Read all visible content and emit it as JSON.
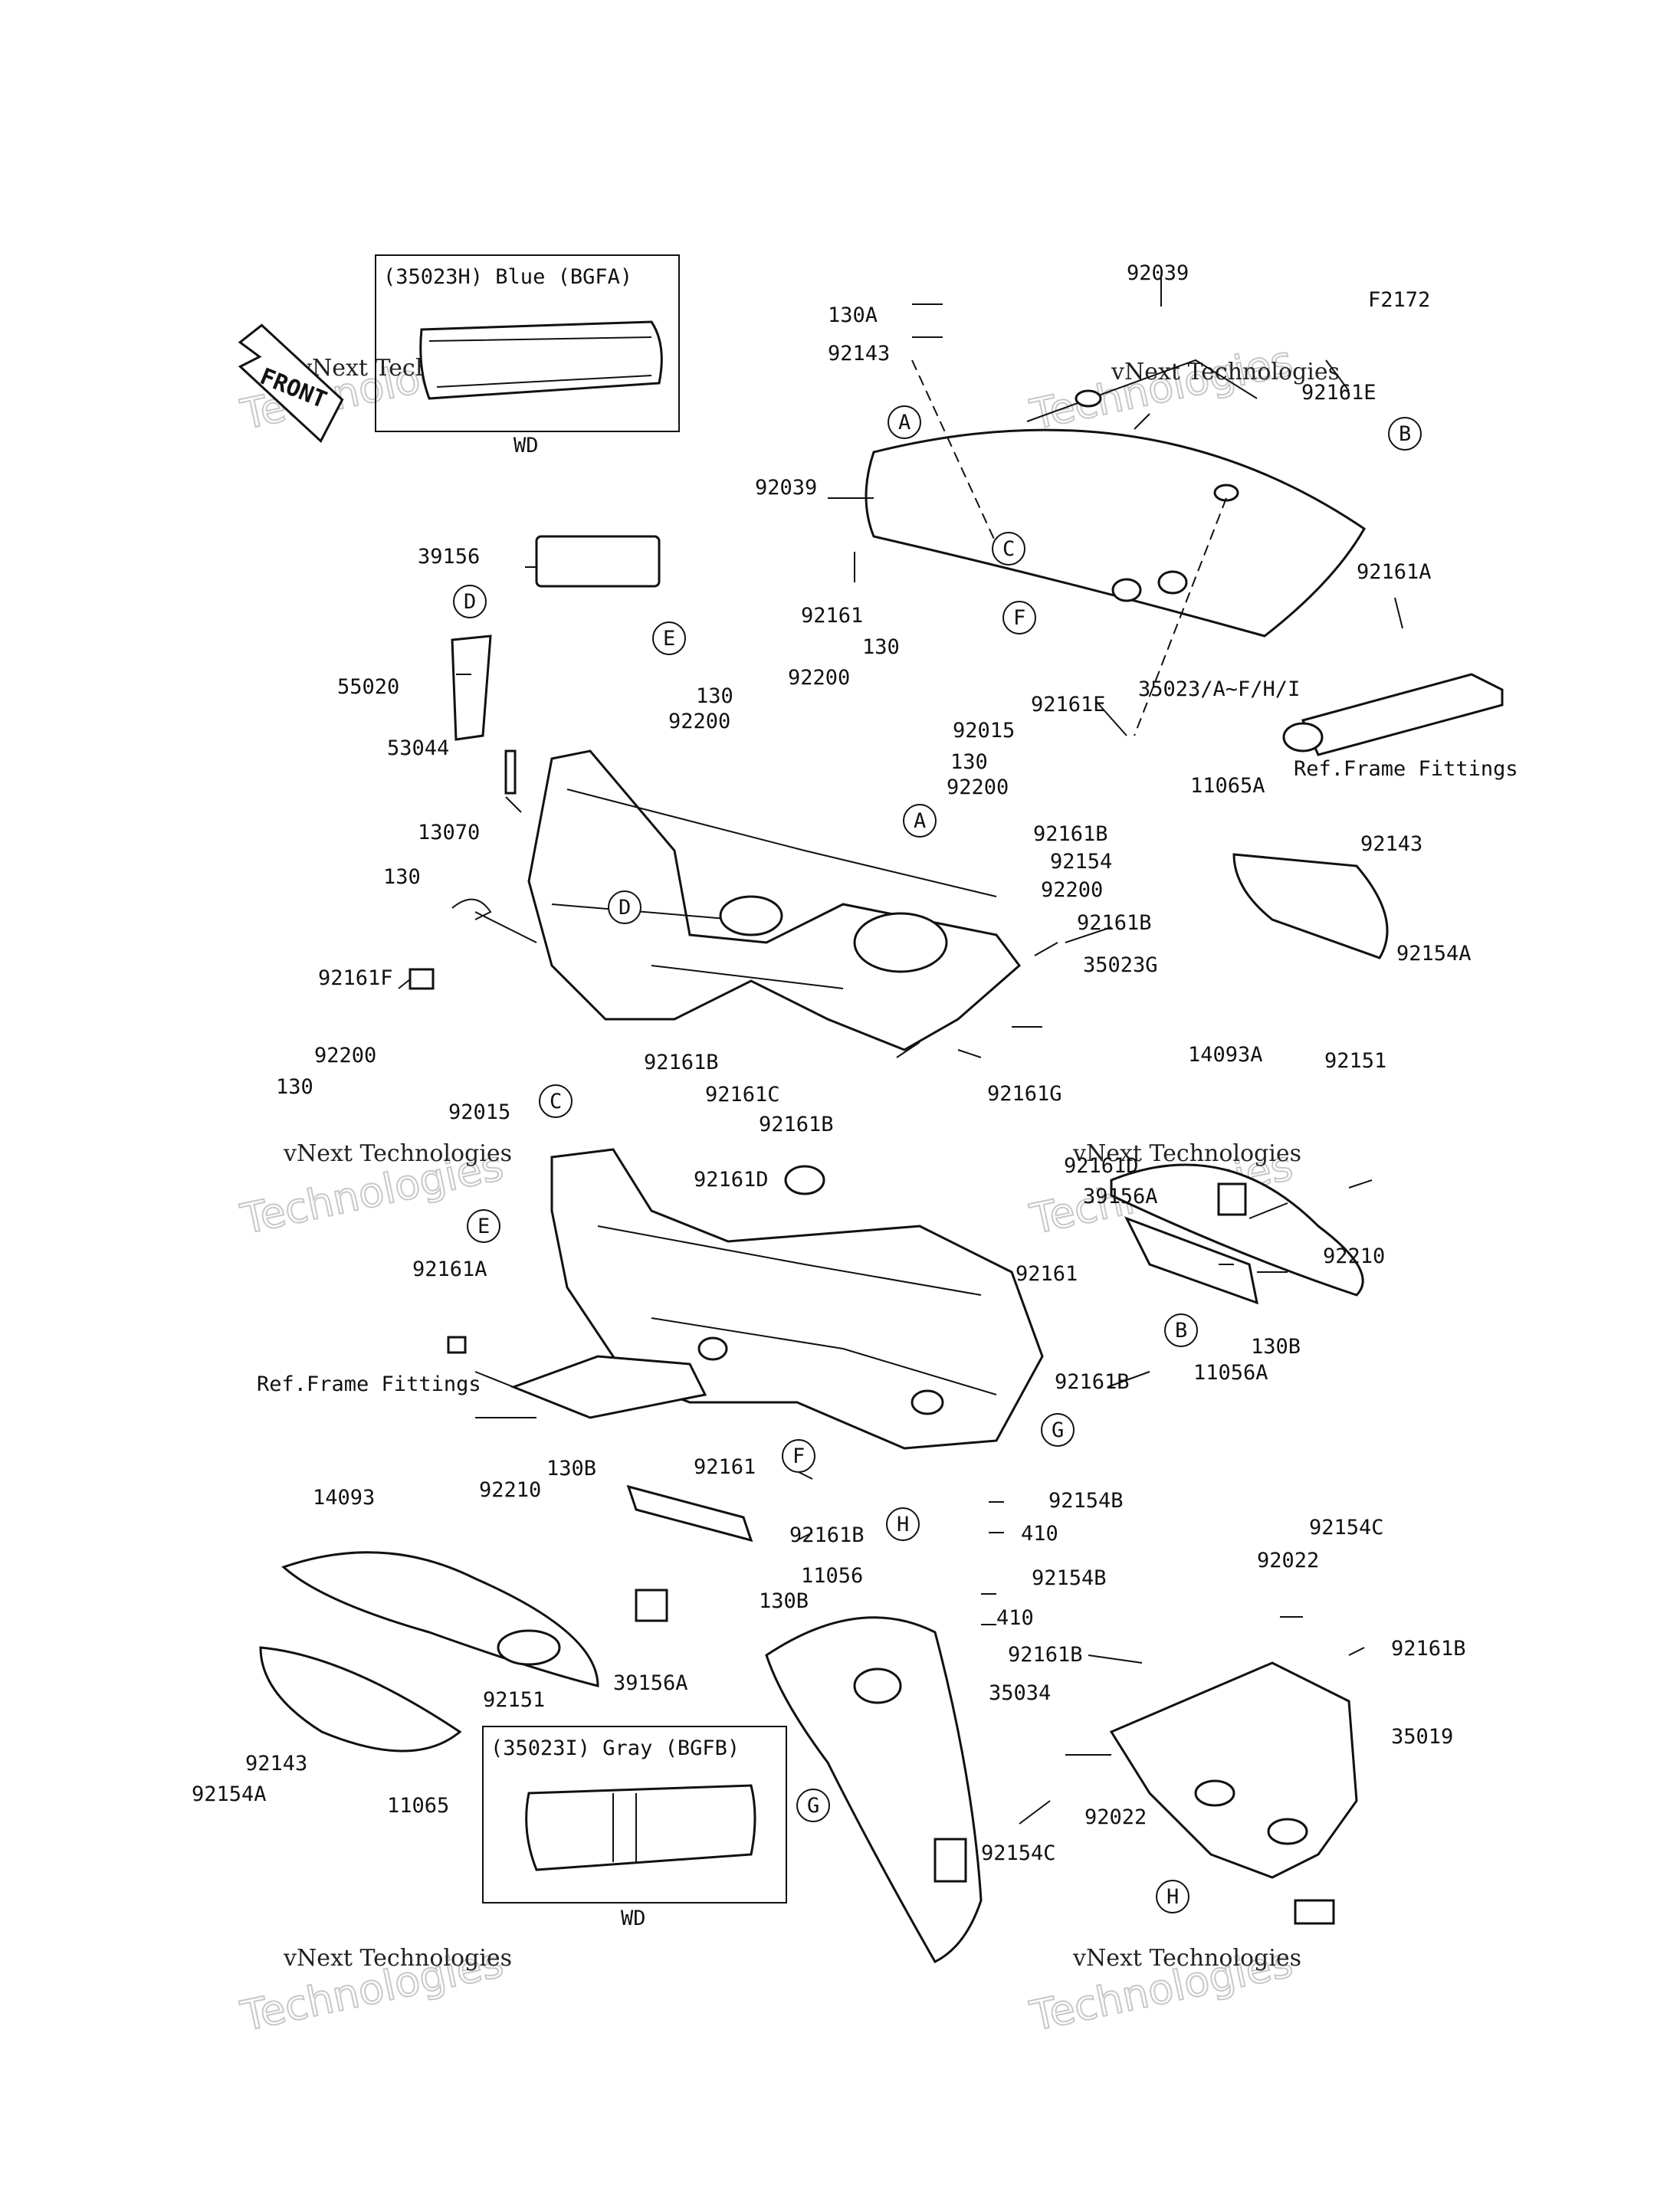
{
  "figure_code": "F2172",
  "front_label": "FRONT",
  "inset_top": {
    "title": "(35023H) Blue (BGFA)",
    "sub": "WD"
  },
  "inset_bottom": {
    "title": "(35023I) Gray (BGFB)",
    "sub": "WD"
  },
  "ref_frame_fittings": "Ref.Frame Fittings",
  "watermark": {
    "line1": "vNext Technologies",
    "line2": "Technologies"
  },
  "callouts": {
    "A": "A",
    "B": "B",
    "C": "C",
    "D": "D",
    "E": "E",
    "F": "F",
    "G": "G",
    "H": "H"
  },
  "parts": {
    "p130A": "130A",
    "p92143_top": "92143",
    "p92039_top": "92039",
    "p92161E_top": "92161E",
    "p92039_left": "92039",
    "p92161_top": "92161",
    "p92161E_mid": "92161E",
    "p35023": "35023/A~F/H/I",
    "p92161A_top": "92161A",
    "p39156": "39156",
    "p55020": "55020",
    "p53044": "53044",
    "p13070": "13070",
    "p130_left": "130",
    "p92161F": "92161F",
    "p130_a": "130",
    "p92200_a": "92200",
    "p92200_b": "92200",
    "p130_b": "130",
    "p92015_a": "92015",
    "p130_c": "130",
    "p92200_c": "92200",
    "p92161B_a": "92161B",
    "p92154": "92154",
    "p92200_d": "92200",
    "p92161B_b": "92161B",
    "p35023G": "35023G",
    "p11065A": "11065A",
    "p92143_r": "92143",
    "p92154A_r": "92154A",
    "p92161B_c": "92161B",
    "p92161C": "92161C",
    "p92161B_d": "92161B",
    "p92161G": "92161G",
    "p92200_left": "92200",
    "p130_left2": "130",
    "p92015_b": "92015",
    "p14093A": "14093A",
    "p92151_r": "92151",
    "p92161D_a": "92161D",
    "p92161D_b": "92161D",
    "p39156A_r": "39156A",
    "p92210_r": "92210",
    "p92161_r": "92161",
    "p130B_r": "130B",
    "p11056A": "11056A",
    "p92161A_left": "92161A",
    "p92161B_e": "92161B",
    "p92161_mid": "92161",
    "p130B_a": "130B",
    "p92161B_f": "92161B",
    "p14093": "14093",
    "p92210_l": "92210",
    "p11056": "11056",
    "p130B_b": "130B",
    "p39156A_l": "39156A",
    "p92151_l": "92151",
    "p92143_l": "92143",
    "p92154A_l": "92154A",
    "p11065": "11065",
    "p92154B_a": "92154B",
    "p410_a": "410",
    "p92154B_b": "92154B",
    "p410_b": "410",
    "p35034": "35034",
    "p92154C_a": "92154C",
    "p92022_a": "92022",
    "p92161B_g": "92161B",
    "p35019": "35019",
    "p92022_b": "92022",
    "p92154C_b": "92154C"
  }
}
